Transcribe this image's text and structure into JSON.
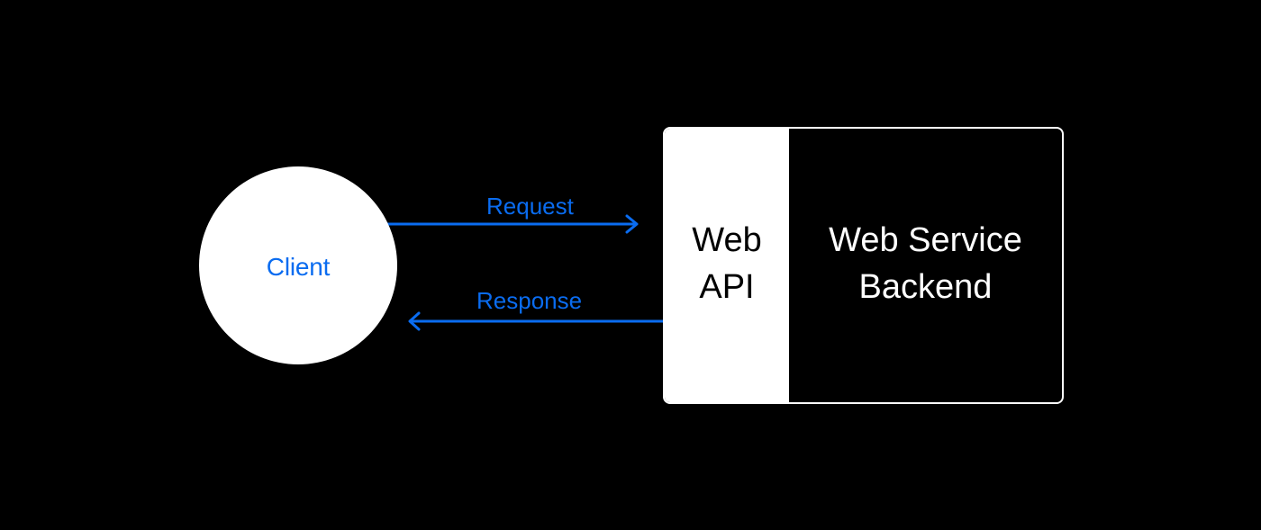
{
  "client": {
    "label": "Client"
  },
  "service": {
    "api_line1": "Web",
    "api_line2": "API",
    "backend_line1": "Web Service",
    "backend_line2": "Backend"
  },
  "arrows": {
    "request_label": "Request",
    "response_label": "Response"
  },
  "colors": {
    "background": "#000000",
    "accent": "#0a6cf0",
    "node_fill": "#ffffff"
  }
}
